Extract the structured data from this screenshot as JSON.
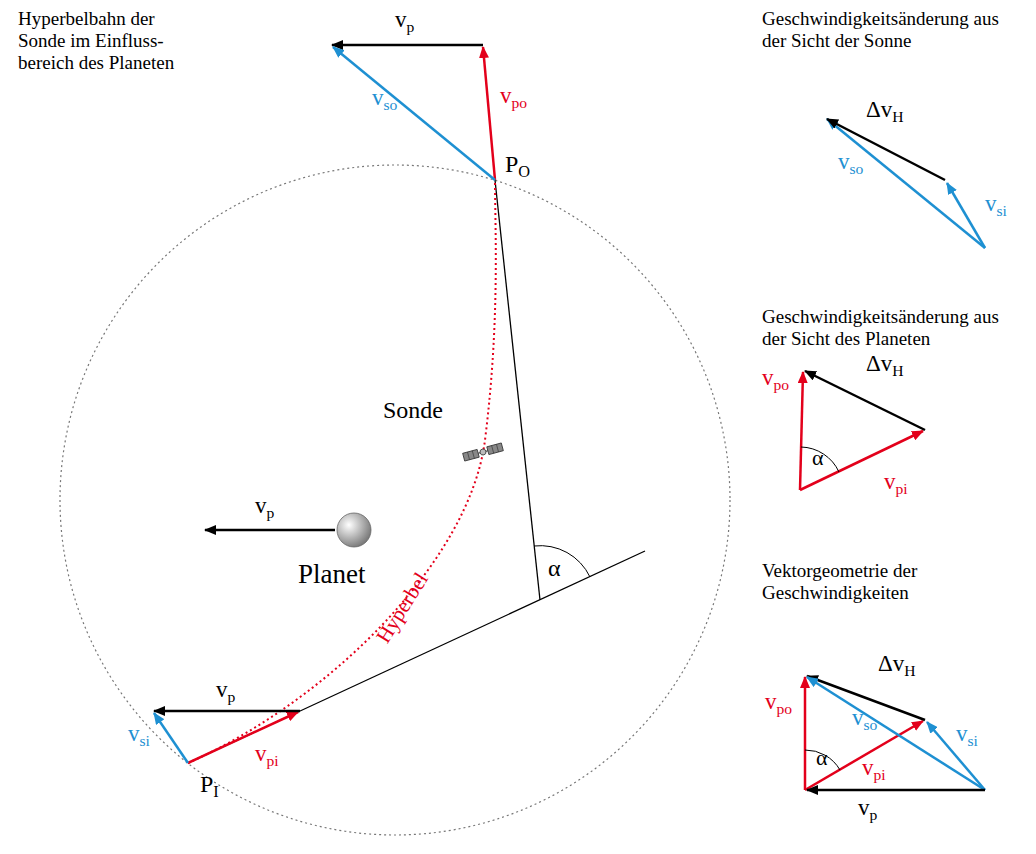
{
  "diagram": {
    "labels": [
      "Hyperbelbahn der Sonde im Einfluss- bereich des Planeten",
      "vp",
      "vso",
      "vpo",
      "PO",
      "Sonde",
      "vp",
      "Planet",
      "α",
      "Hyperbel",
      "vsi",
      "vp",
      "vpi",
      "PI",
      "Geschwindigkeitsänderung aus der Sicht der Sonne",
      "ΔvH",
      "vso",
      "vsi",
      "Geschwindigkeitsänderung aus der Sicht des Planeten",
      "vpo",
      "ΔvH",
      "α",
      "vpi",
      "Vektorgeometrie der Geschwindigkeiten",
      "vpo",
      "vso",
      "ΔvH",
      "α",
      "vpi",
      "vsi",
      "vp"
    ]
  }
}
